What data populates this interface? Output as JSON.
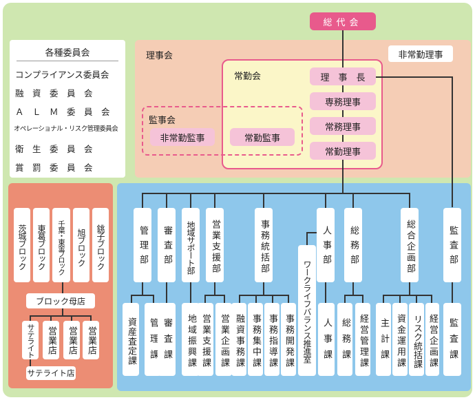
{
  "top": {
    "sodaikai": "総代会"
  },
  "board": {
    "title": "理事会",
    "nonstanding_directors": "非常勤理事",
    "standing_board_title": "常勤会",
    "chairman": "理　事　長",
    "senmu": "専務理事",
    "jomu": "常務理事",
    "jokin": "常勤理事"
  },
  "auditors": {
    "title": "監事会",
    "nonstanding": "非常勤監事",
    "standing": "常勤監事"
  },
  "committees": {
    "title": "各種委員会",
    "items": [
      "コンプライアンス委員会",
      "融　資　委　員　会",
      "Ａ　Ｌ　Ｍ　委　員　会",
      "オペレーショナル・リスク管理委員会",
      "衛　生　委　員　会",
      "賞　罰　委　員　会"
    ]
  },
  "blocks": {
    "items": [
      "茨城ブロック",
      "東葛ブロック",
      "千葉・東金ブロック",
      "旭ブロック",
      "銚子ブロック"
    ],
    "parent": "ブロック母店",
    "branch_types": [
      "サテライト",
      "営業店",
      "営業店",
      "営業店"
    ],
    "satellite": "サテライト店"
  },
  "departments": [
    {
      "name": "管理部",
      "sections": [
        "資産査定課",
        "管理課"
      ]
    },
    {
      "name": "審査部",
      "sections": [
        "審査課"
      ]
    },
    {
      "name": "地域サポート部",
      "sections": [
        "地域振興課"
      ]
    },
    {
      "name": "営業支援部",
      "sections": [
        "営業支援課",
        "営業企画課"
      ]
    },
    {
      "name": "事務統括部",
      "sections": [
        "融資事務課",
        "事務集中課",
        "事務指導課",
        "事務開発課"
      ]
    },
    {
      "name": "人事部",
      "sections": [
        "人事課"
      ],
      "office": "ワークライフバランス推進室"
    },
    {
      "name": "総務部",
      "sections": [
        "総務課",
        "経営管理課"
      ]
    },
    {
      "name": "総合企画部",
      "sections": [
        "主計課",
        "資金運用課",
        "リスク統括課",
        "経営企画課"
      ]
    },
    {
      "name": "監査部",
      "sections": [
        "監査課"
      ]
    }
  ]
}
